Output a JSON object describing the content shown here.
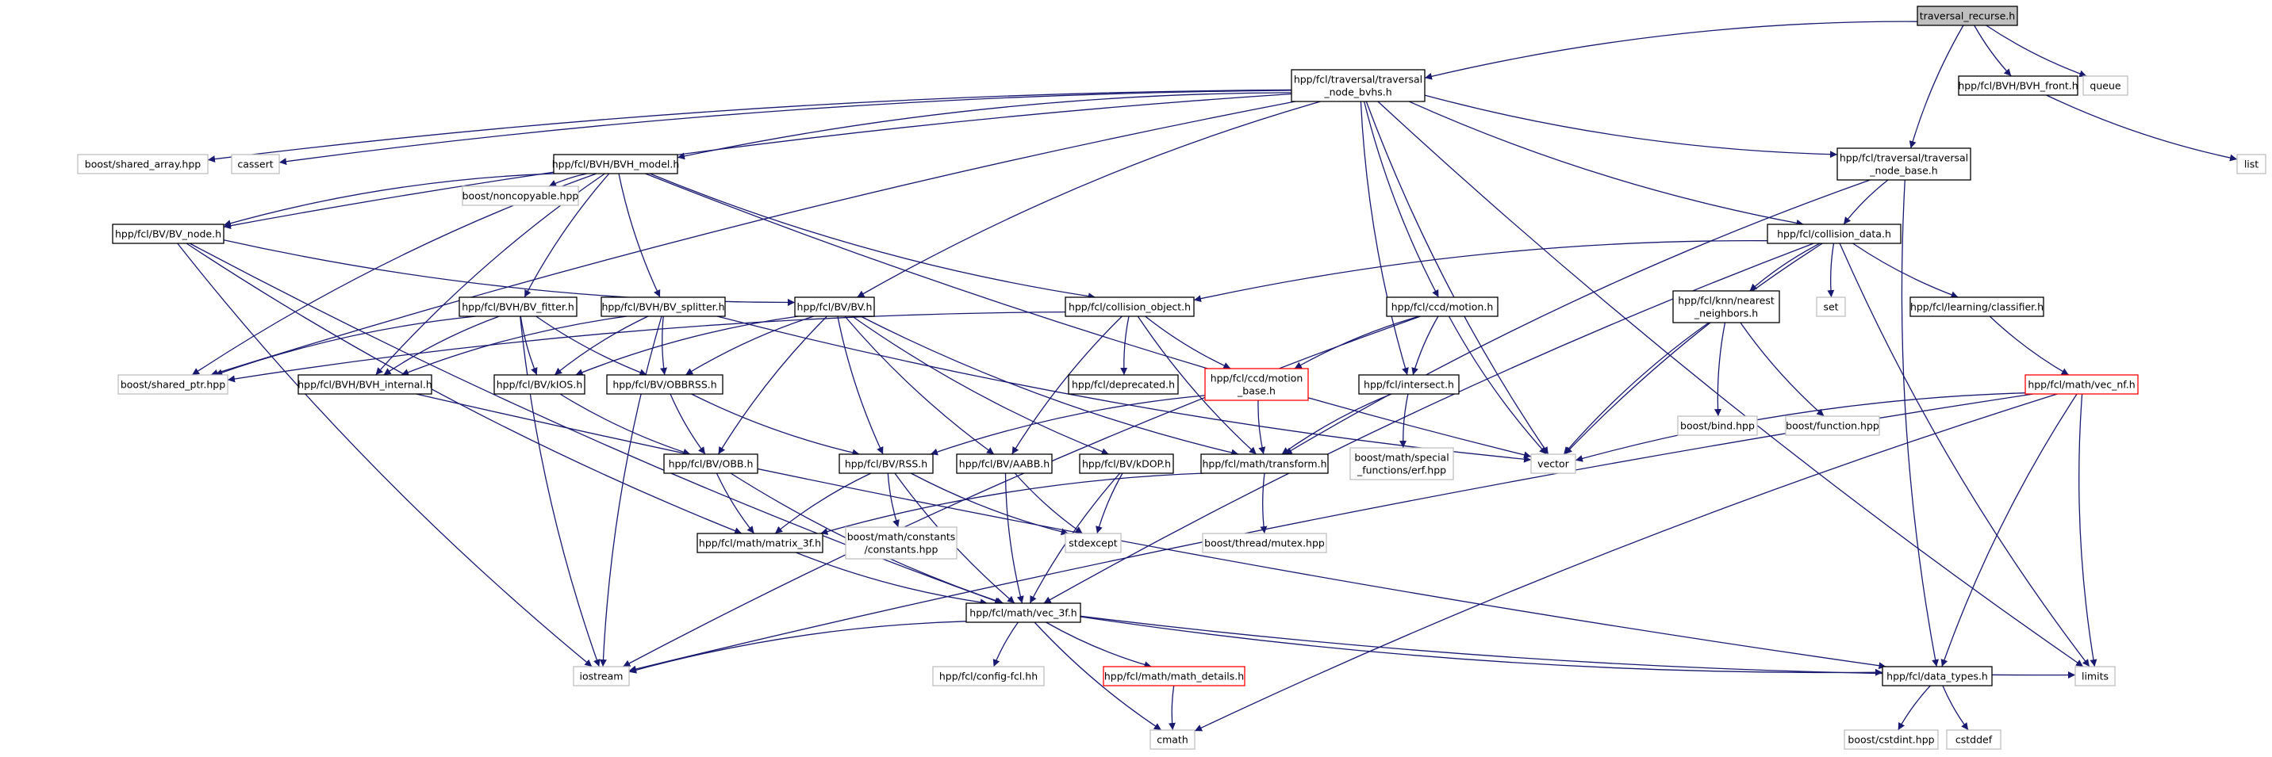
{
  "graph": {
    "colors": {
      "edge": "#191970",
      "root_fill": "#bfbfbf",
      "external_border": "#bfbfbf",
      "incomplete_border": "#ff0000",
      "node_border": "#000000"
    },
    "nodes": [
      {
        "id": "root",
        "label": [
          "traversal_recurse.h"
        ],
        "style": "root"
      },
      {
        "id": "tnbvhs",
        "label": [
          "hpp/fcl/traversal/traversal",
          "_node_bvhs.h"
        ],
        "style": "solid"
      },
      {
        "id": "front",
        "label": [
          "hpp/fcl/BVH/BVH_front.h"
        ],
        "style": "solid"
      },
      {
        "id": "queue",
        "label": [
          "queue"
        ],
        "style": "gray"
      },
      {
        "id": "list",
        "label": [
          "list"
        ],
        "style": "gray"
      },
      {
        "id": "tnbase",
        "label": [
          "hpp/fcl/traversal/traversal",
          "_node_base.h"
        ],
        "style": "solid"
      },
      {
        "id": "sharedarray",
        "label": [
          "boost/shared_array.hpp"
        ],
        "style": "gray"
      },
      {
        "id": "cassert",
        "label": [
          "cassert"
        ],
        "style": "gray"
      },
      {
        "id": "bvhmodel",
        "label": [
          "hpp/fcl/BVH/BVH_model.h"
        ],
        "style": "solid"
      },
      {
        "id": "noncopy",
        "label": [
          "boost/noncopyable.hpp"
        ],
        "style": "gray"
      },
      {
        "id": "bvnode",
        "label": [
          "hpp/fcl/BV/BV_node.h"
        ],
        "style": "solid"
      },
      {
        "id": "colldata",
        "label": [
          "hpp/fcl/collision_data.h"
        ],
        "style": "solid"
      },
      {
        "id": "fitter",
        "label": [
          "hpp/fcl/BVH/BV_fitter.h"
        ],
        "style": "solid"
      },
      {
        "id": "splitter",
        "label": [
          "hpp/fcl/BVH/BV_splitter.h"
        ],
        "style": "solid"
      },
      {
        "id": "bvh",
        "label": [
          "hpp/fcl/BV/BV.h"
        ],
        "style": "solid"
      },
      {
        "id": "collobj",
        "label": [
          "hpp/fcl/collision_object.h"
        ],
        "style": "solid"
      },
      {
        "id": "ccdmotion",
        "label": [
          "hpp/fcl/ccd/motion.h"
        ],
        "style": "solid"
      },
      {
        "id": "knn",
        "label": [
          "hpp/fcl/knn/nearest",
          "_neighbors.h"
        ],
        "style": "solid"
      },
      {
        "id": "set",
        "label": [
          "set"
        ],
        "style": "gray"
      },
      {
        "id": "classifier",
        "label": [
          "hpp/fcl/learning/classifier.h"
        ],
        "style": "solid"
      },
      {
        "id": "sharedptr",
        "label": [
          "boost/shared_ptr.hpp"
        ],
        "style": "gray"
      },
      {
        "id": "bvhinternal",
        "label": [
          "hpp/fcl/BVH/BVH_internal.h"
        ],
        "style": "solid"
      },
      {
        "id": "kios",
        "label": [
          "hpp/fcl/BV/kIOS.h"
        ],
        "style": "solid"
      },
      {
        "id": "obbrss",
        "label": [
          "hpp/fcl/BV/OBBRSS.h"
        ],
        "style": "solid"
      },
      {
        "id": "deprecated",
        "label": [
          "hpp/fcl/deprecated.h"
        ],
        "style": "solid"
      },
      {
        "id": "motionbase",
        "label": [
          "hpp/fcl/ccd/motion",
          "_base.h"
        ],
        "style": "red"
      },
      {
        "id": "intersect",
        "label": [
          "hpp/fcl/intersect.h"
        ],
        "style": "solid"
      },
      {
        "id": "bind",
        "label": [
          "boost/bind.hpp"
        ],
        "style": "gray"
      },
      {
        "id": "function",
        "label": [
          "boost/function.hpp"
        ],
        "style": "gray"
      },
      {
        "id": "vecnf",
        "label": [
          "hpp/fcl/math/vec_nf.h"
        ],
        "style": "red"
      },
      {
        "id": "obb",
        "label": [
          "hpp/fcl/BV/OBB.h"
        ],
        "style": "solid"
      },
      {
        "id": "rss",
        "label": [
          "hpp/fcl/BV/RSS.h"
        ],
        "style": "solid"
      },
      {
        "id": "aabb",
        "label": [
          "hpp/fcl/BV/AABB.h"
        ],
        "style": "solid"
      },
      {
        "id": "kdop",
        "label": [
          "hpp/fcl/BV/kDOP.h"
        ],
        "style": "solid"
      },
      {
        "id": "transform",
        "label": [
          "hpp/fcl/math/transform.h"
        ],
        "style": "solid"
      },
      {
        "id": "erf",
        "label": [
          "boost/math/special",
          "_functions/erf.hpp"
        ],
        "style": "gray"
      },
      {
        "id": "vector",
        "label": [
          "vector"
        ],
        "style": "gray"
      },
      {
        "id": "matrix3f",
        "label": [
          "hpp/fcl/math/matrix_3f.h"
        ],
        "style": "solid"
      },
      {
        "id": "constants",
        "label": [
          "boost/math/constants",
          "/constants.hpp"
        ],
        "style": "gray"
      },
      {
        "id": "stdexcept",
        "label": [
          "stdexcept"
        ],
        "style": "gray"
      },
      {
        "id": "mutex",
        "label": [
          "boost/thread/mutex.hpp"
        ],
        "style": "gray"
      },
      {
        "id": "vec3f",
        "label": [
          "hpp/fcl/math/vec_3f.h"
        ],
        "style": "solid"
      },
      {
        "id": "iostream",
        "label": [
          "iostream"
        ],
        "style": "gray"
      },
      {
        "id": "configfcl",
        "label": [
          "hpp/fcl/config-fcl.hh"
        ],
        "style": "gray"
      },
      {
        "id": "mathdetails",
        "label": [
          "hpp/fcl/math/math_details.h"
        ],
        "style": "red"
      },
      {
        "id": "datatypes",
        "label": [
          "hpp/fcl/data_types.h"
        ],
        "style": "solid"
      },
      {
        "id": "limits",
        "label": [
          "limits"
        ],
        "style": "gray"
      },
      {
        "id": "cmath",
        "label": [
          "cmath"
        ],
        "style": "gray"
      },
      {
        "id": "cstdint",
        "label": [
          "boost/cstdint.hpp"
        ],
        "style": "gray"
      },
      {
        "id": "cstddef",
        "label": [
          "cstddef"
        ],
        "style": "gray"
      }
    ],
    "edges": [
      [
        "root",
        "tnbvhs"
      ],
      [
        "root",
        "front"
      ],
      [
        "root",
        "queue"
      ],
      [
        "root",
        "tnbase"
      ],
      [
        "front",
        "list"
      ],
      [
        "tnbvhs",
        "sharedarray"
      ],
      [
        "tnbvhs",
        "cassert"
      ],
      [
        "tnbvhs",
        "bvhmodel"
      ],
      [
        "tnbvhs",
        "bvnode"
      ],
      [
        "tnbvhs",
        "sharedptr"
      ],
      [
        "tnbvhs",
        "bvh"
      ],
      [
        "tnbvhs",
        "tnbase"
      ],
      [
        "tnbvhs",
        "colldata"
      ],
      [
        "tnbvhs",
        "ccdmotion"
      ],
      [
        "tnbvhs",
        "intersect"
      ],
      [
        "tnbvhs",
        "vector"
      ],
      [
        "tnbvhs",
        "limits"
      ],
      [
        "bvhmodel",
        "noncopy"
      ],
      [
        "bvhmodel",
        "bvnode"
      ],
      [
        "bvhmodel",
        "fitter"
      ],
      [
        "bvhmodel",
        "splitter"
      ],
      [
        "bvhmodel",
        "bvhinternal"
      ],
      [
        "bvhmodel",
        "sharedptr"
      ],
      [
        "bvhmodel",
        "collobj"
      ],
      [
        "bvhmodel",
        "vector"
      ],
      [
        "bvnode",
        "bvh"
      ],
      [
        "bvnode",
        "iostream"
      ],
      [
        "bvnode",
        "matrix3f"
      ],
      [
        "bvnode",
        "vec3f"
      ],
      [
        "tnbase",
        "colldata"
      ],
      [
        "tnbase",
        "datatypes"
      ],
      [
        "tnbase",
        "transform"
      ],
      [
        "colldata",
        "collobj"
      ],
      [
        "colldata",
        "knn"
      ],
      [
        "colldata",
        "set"
      ],
      [
        "colldata",
        "classifier"
      ],
      [
        "colldata",
        "vector"
      ],
      [
        "colldata",
        "limits"
      ],
      [
        "colldata",
        "vec3f"
      ],
      [
        "fitter",
        "sharedptr"
      ],
      [
        "fitter",
        "bvhinternal"
      ],
      [
        "fitter",
        "kios"
      ],
      [
        "fitter",
        "obbrss"
      ],
      [
        "fitter",
        "iostream"
      ],
      [
        "splitter",
        "bvhinternal"
      ],
      [
        "splitter",
        "kios"
      ],
      [
        "splitter",
        "obbrss"
      ],
      [
        "splitter",
        "vector"
      ],
      [
        "splitter",
        "iostream"
      ],
      [
        "bvh",
        "kios"
      ],
      [
        "bvh",
        "obbrss"
      ],
      [
        "bvh",
        "obb"
      ],
      [
        "bvh",
        "rss"
      ],
      [
        "bvh",
        "aabb"
      ],
      [
        "bvh",
        "kdop"
      ],
      [
        "bvh",
        "transform"
      ],
      [
        "collobj",
        "sharedptr"
      ],
      [
        "collobj",
        "deprecated"
      ],
      [
        "collobj",
        "motionbase"
      ],
      [
        "collobj",
        "aabb"
      ],
      [
        "collobj",
        "transform"
      ],
      [
        "ccdmotion",
        "motionbase"
      ],
      [
        "ccdmotion",
        "intersect"
      ],
      [
        "ccdmotion",
        "vector"
      ],
      [
        "ccdmotion",
        "iostream"
      ],
      [
        "knn",
        "bind"
      ],
      [
        "knn",
        "function"
      ],
      [
        "knn",
        "vector"
      ],
      [
        "classifier",
        "vecnf"
      ],
      [
        "bvhinternal",
        "datatypes"
      ],
      [
        "kios",
        "obb"
      ],
      [
        "obbrss",
        "obb"
      ],
      [
        "obbrss",
        "rss"
      ],
      [
        "motionbase",
        "transform"
      ],
      [
        "motionbase",
        "rss"
      ],
      [
        "intersect",
        "transform"
      ],
      [
        "intersect",
        "erf"
      ],
      [
        "vecnf",
        "vector"
      ],
      [
        "vecnf",
        "datatypes"
      ],
      [
        "vecnf",
        "limits"
      ],
      [
        "vecnf",
        "cmath"
      ],
      [
        "vecnf",
        "iostream"
      ],
      [
        "obb",
        "matrix3f"
      ],
      [
        "obb",
        "vec3f"
      ],
      [
        "rss",
        "matrix3f"
      ],
      [
        "rss",
        "constants"
      ],
      [
        "rss",
        "stdexcept"
      ],
      [
        "rss",
        "vec3f"
      ],
      [
        "aabb",
        "stdexcept"
      ],
      [
        "aabb",
        "vec3f"
      ],
      [
        "kdop",
        "stdexcept"
      ],
      [
        "kdop",
        "vec3f"
      ],
      [
        "transform",
        "matrix3f"
      ],
      [
        "transform",
        "mutex"
      ],
      [
        "matrix3f",
        "vec3f"
      ],
      [
        "vec3f",
        "iostream"
      ],
      [
        "vec3f",
        "configfcl"
      ],
      [
        "vec3f",
        "mathdetails"
      ],
      [
        "vec3f",
        "datatypes"
      ],
      [
        "vec3f",
        "cmath"
      ],
      [
        "vec3f",
        "limits"
      ],
      [
        "mathdetails",
        "cmath"
      ],
      [
        "datatypes",
        "cstdint"
      ],
      [
        "datatypes",
        "cstddef"
      ]
    ]
  }
}
